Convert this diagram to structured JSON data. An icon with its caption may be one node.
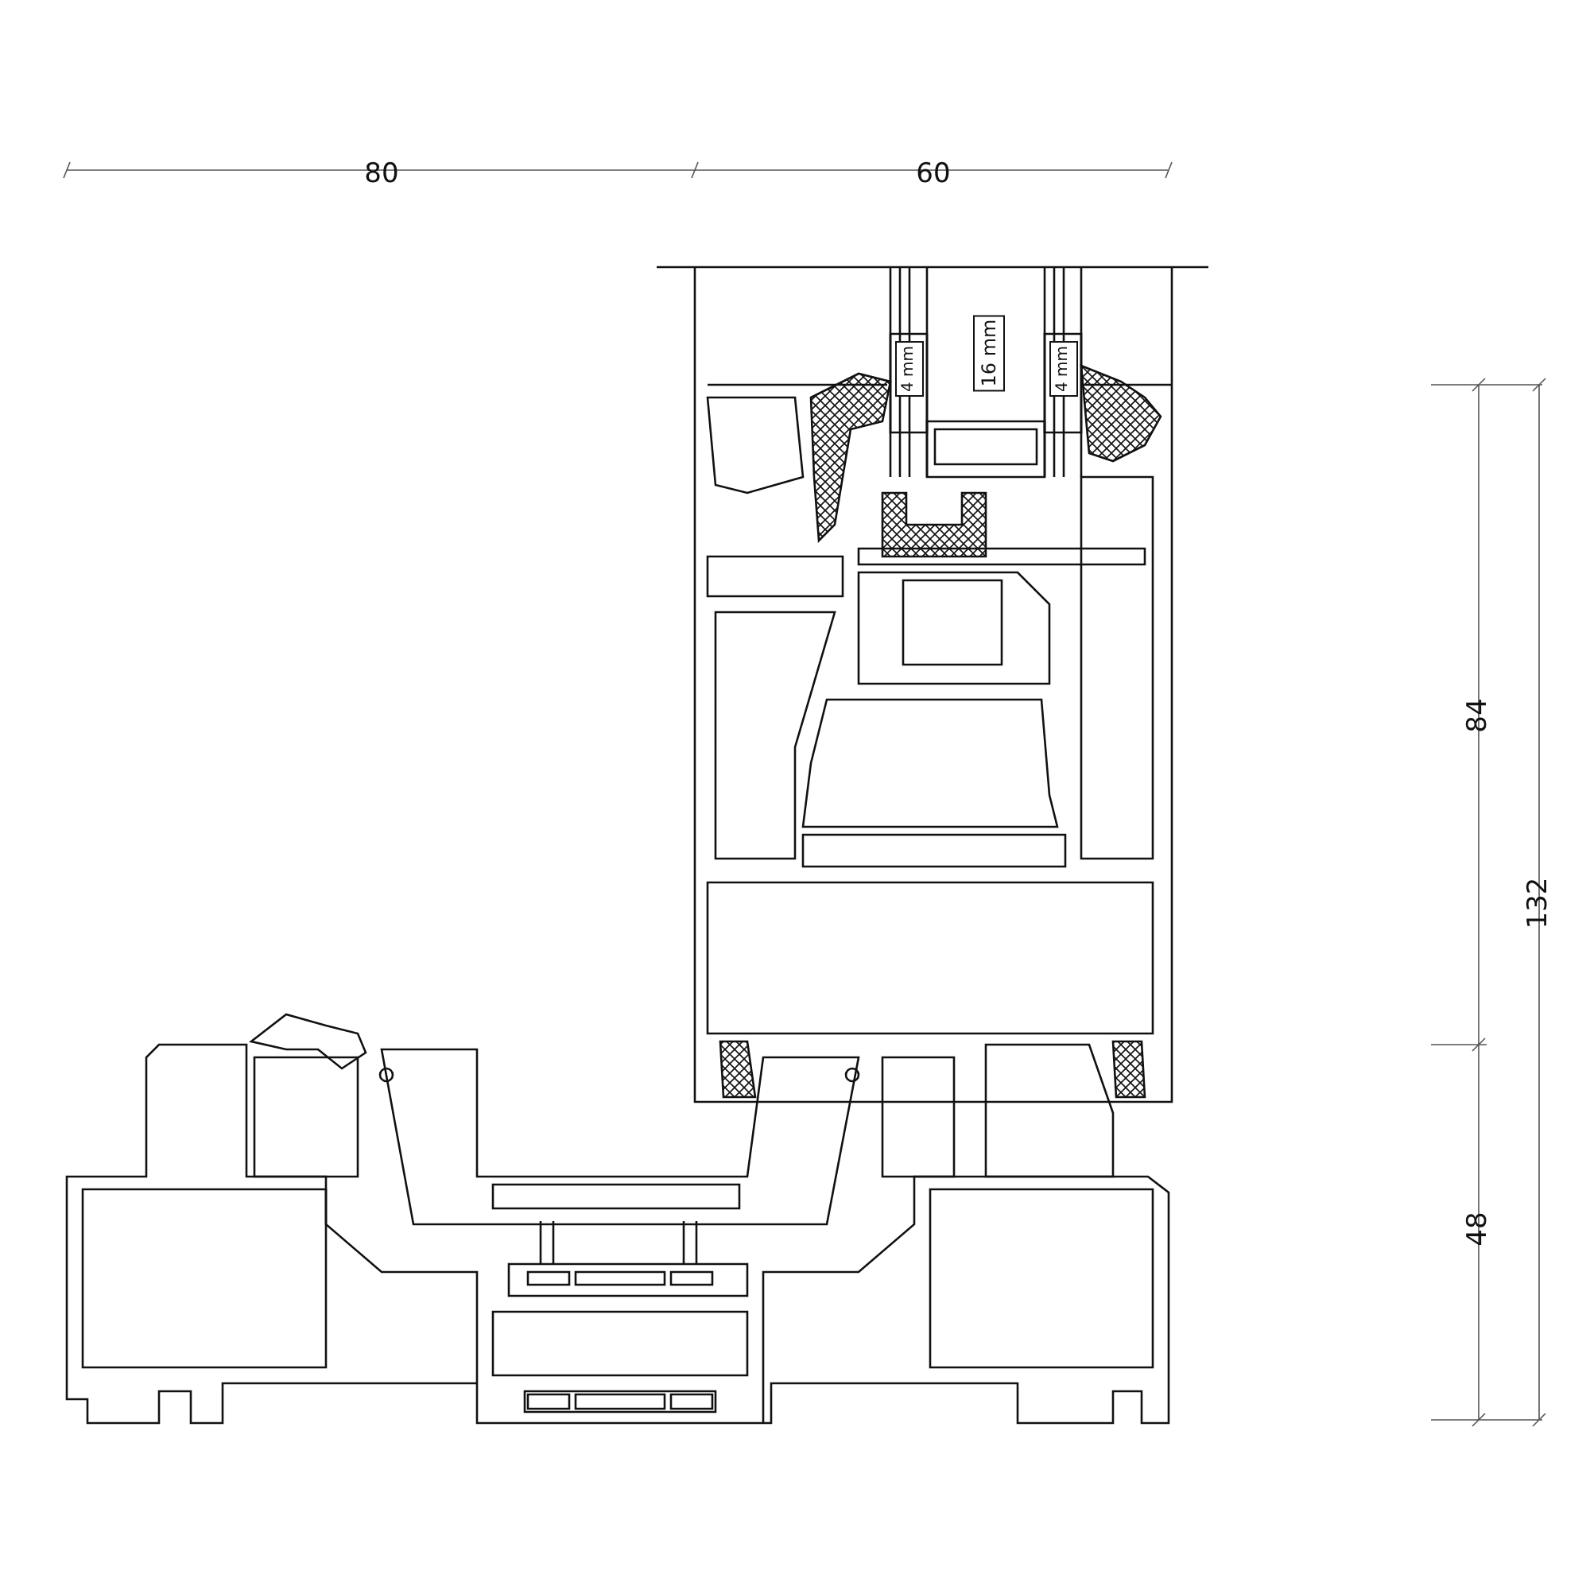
{
  "diagram": {
    "labels": [
      "80",
      "60",
      "4 mm",
      "16 mm",
      "4 mm",
      "84",
      "132",
      "48"
    ]
  }
}
